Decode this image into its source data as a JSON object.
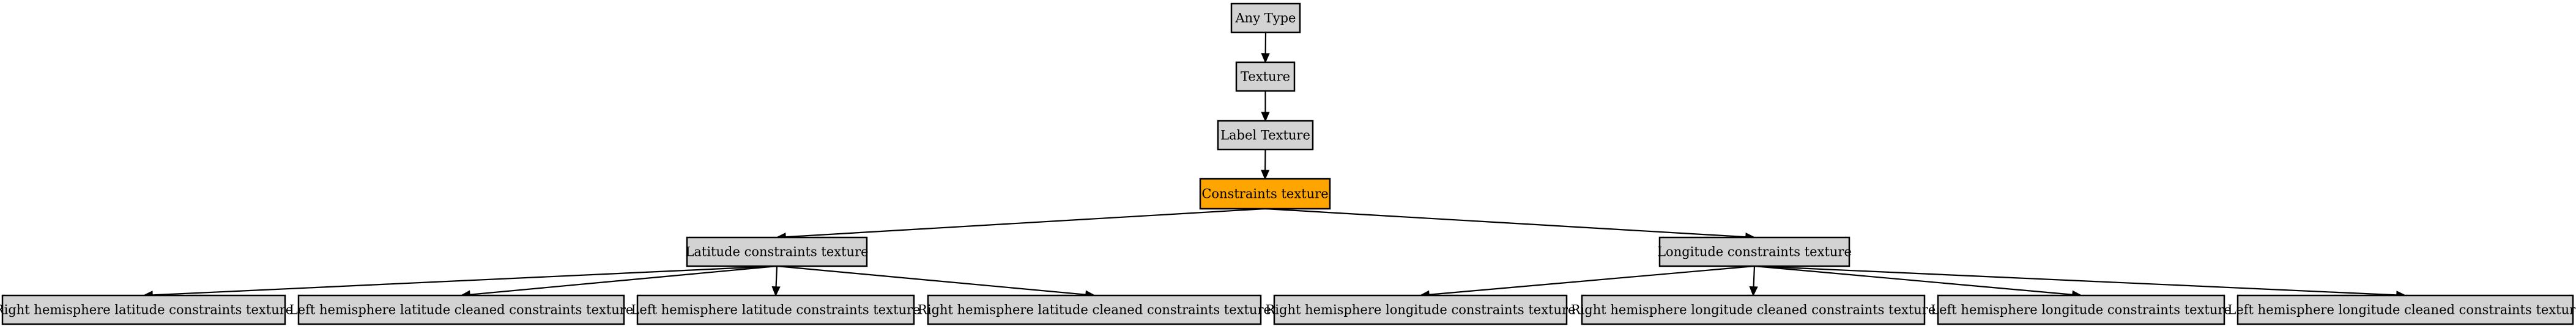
{
  "colors": {
    "default_node": "#d3d3d3",
    "highlight_node": "#ffa500",
    "stroke": "#000000",
    "background": "#ffffff"
  },
  "nodes": [
    {
      "id": "any-type",
      "label": "Any Type",
      "highlight": false
    },
    {
      "id": "texture",
      "label": "Texture",
      "highlight": false
    },
    {
      "id": "label-texture",
      "label": "Label Texture",
      "highlight": false
    },
    {
      "id": "constraints-texture",
      "label": "Constraints texture",
      "highlight": true
    },
    {
      "id": "latitude-constraints-texture",
      "label": "Latitude constraints texture",
      "highlight": false
    },
    {
      "id": "longitude-constraints-texture",
      "label": "Longitude constraints texture",
      "highlight": false
    },
    {
      "id": "right-hemisphere-latitude-constraints-texture",
      "label": "Right hemisphere latitude constraints texture",
      "highlight": false
    },
    {
      "id": "left-hemisphere-latitude-cleaned-constraints-texture",
      "label": "Left hemisphere latitude cleaned constraints texture",
      "highlight": false
    },
    {
      "id": "left-hemisphere-latitude-constraints-texture",
      "label": "Left hemisphere latitude constraints texture",
      "highlight": false
    },
    {
      "id": "right-hemisphere-latitude-cleaned-constraints-texture",
      "label": "Right hemisphere latitude cleaned constraints texture",
      "highlight": false
    },
    {
      "id": "right-hemisphere-longitude-constraints-texture",
      "label": "Right hemisphere longitude constraints texture",
      "highlight": false
    },
    {
      "id": "right-hemisphere-longitude-cleaned-constraints-texture",
      "label": "Right hemisphere longitude cleaned constraints texture",
      "highlight": false
    },
    {
      "id": "left-hemisphere-longitude-constraints-texture",
      "label": "Left hemisphere longitude constraints texture",
      "highlight": false
    },
    {
      "id": "left-hemisphere-longitude-cleaned-constraints-texture",
      "label": "Left hemisphere longitude cleaned constraints texture",
      "highlight": false
    }
  ],
  "edges": [
    {
      "from": "any-type",
      "to": "texture"
    },
    {
      "from": "texture",
      "to": "label-texture"
    },
    {
      "from": "label-texture",
      "to": "constraints-texture"
    },
    {
      "from": "constraints-texture",
      "to": "latitude-constraints-texture"
    },
    {
      "from": "constraints-texture",
      "to": "longitude-constraints-texture"
    },
    {
      "from": "latitude-constraints-texture",
      "to": "right-hemisphere-latitude-constraints-texture"
    },
    {
      "from": "latitude-constraints-texture",
      "to": "left-hemisphere-latitude-cleaned-constraints-texture"
    },
    {
      "from": "latitude-constraints-texture",
      "to": "left-hemisphere-latitude-constraints-texture"
    },
    {
      "from": "latitude-constraints-texture",
      "to": "right-hemisphere-latitude-cleaned-constraints-texture"
    },
    {
      "from": "longitude-constraints-texture",
      "to": "right-hemisphere-longitude-constraints-texture"
    },
    {
      "from": "longitude-constraints-texture",
      "to": "right-hemisphere-longitude-cleaned-constraints-texture"
    },
    {
      "from": "longitude-constraints-texture",
      "to": "left-hemisphere-longitude-constraints-texture"
    },
    {
      "from": "longitude-constraints-texture",
      "to": "left-hemisphere-longitude-cleaned-constraints-texture"
    }
  ]
}
